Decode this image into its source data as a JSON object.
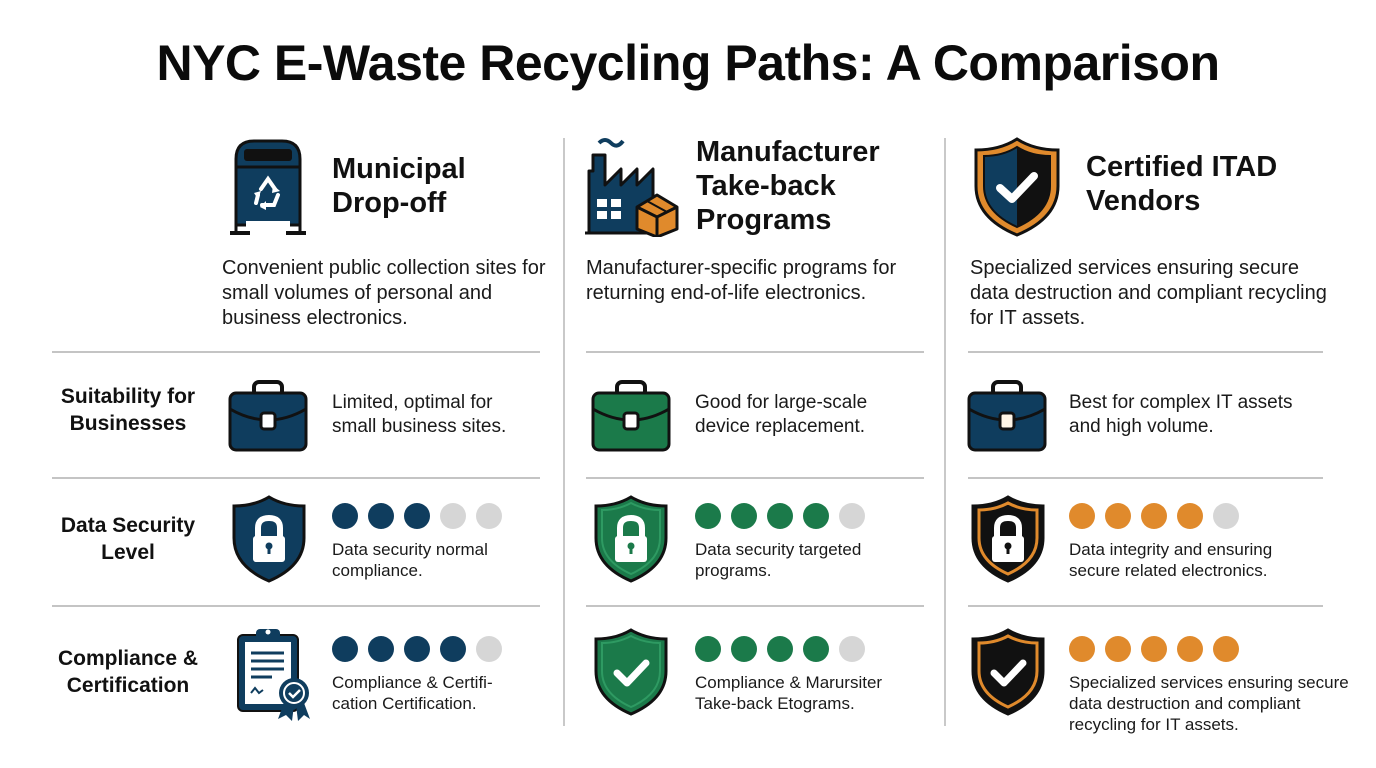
{
  "title": "NYC E-Waste Recycling Paths: A Comparison",
  "colors": {
    "navy": "#0f3d5e",
    "green": "#1b7a4a",
    "orange": "#e08a2c",
    "empty_dot": "#d6d6d6",
    "divider": "#c4c4c4"
  },
  "row_labels": {
    "suitability": "Suitability for Businesses",
    "security": "Data Security Level",
    "compliance": "Compliance & Certification"
  },
  "columns": [
    {
      "title": "Municipal Drop-off",
      "icon": "recycling-bin-icon",
      "description": "Convenient public collection sites for small volumes of personal and business electronics.",
      "suitability": {
        "icon": "briefcase-icon",
        "text": "Limited, optimal for small business sites."
      },
      "security": {
        "icon": "shield-lock-icon",
        "rating": 3,
        "max": 5,
        "text": "Data security normal compliance."
      },
      "compliance": {
        "icon": "clipboard-certificate-icon",
        "rating": 4,
        "max": 5,
        "text": "Compliance & Certifi-cation Certification."
      }
    },
    {
      "title": "Manufacturer Take-back Programs",
      "icon": "factory-box-icon",
      "description": "Manufacturer-specific programs for returning end-of-life electronics.",
      "suitability": {
        "icon": "briefcase-icon",
        "text": "Good for large-scale device replacement."
      },
      "security": {
        "icon": "shield-lock-icon",
        "rating": 4,
        "max": 5,
        "text": "Data security targeted programs."
      },
      "compliance": {
        "icon": "shield-check-icon",
        "rating": 4,
        "max": 5,
        "text": "Compliance & Marursiter Take-back Etograms."
      }
    },
    {
      "title": "Certified ITAD Vendors",
      "icon": "shield-check-icon",
      "description": "Specialized services ensuring secure data destruction and compliant recycling for IT assets.",
      "suitability": {
        "icon": "briefcase-icon",
        "text": "Best for complex IT assets and high volume."
      },
      "security": {
        "icon": "shield-lock-icon",
        "rating": 4,
        "max": 5,
        "text": "Data integrity and ensuring secure related electronics."
      },
      "compliance": {
        "icon": "shield-check-icon",
        "rating": 5,
        "max": 5,
        "text": "Specialized services ensuring secure data destruction and compliant recycling for IT assets."
      }
    }
  ]
}
